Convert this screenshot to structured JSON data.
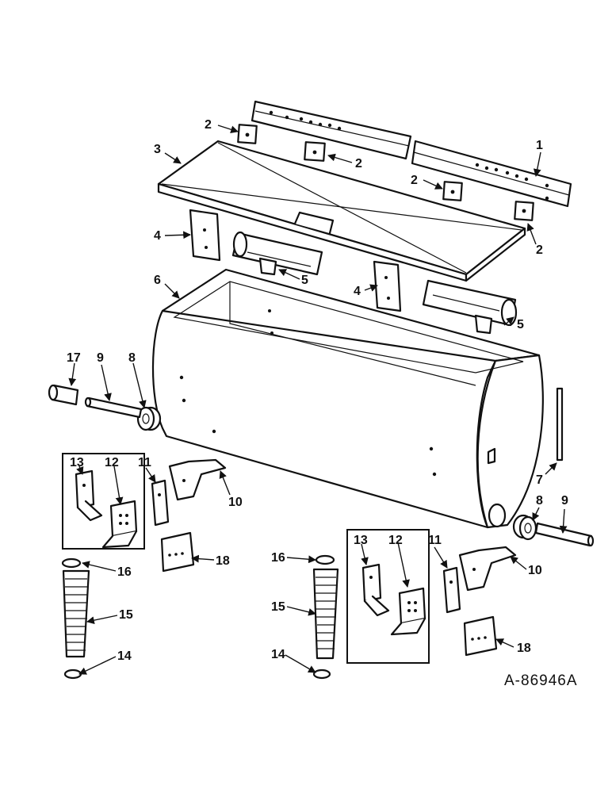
{
  "drawing_number": "A-86946A",
  "callouts": {
    "c1": "1",
    "c2": "2",
    "c3": "3",
    "c4": "4",
    "c5": "5",
    "c6": "6",
    "c7": "7",
    "c8": "8",
    "c9": "9",
    "c10": "10",
    "c11": "11",
    "c12": "12",
    "c13": "13",
    "c14": "14",
    "c15": "15",
    "c16": "16",
    "c17": "17",
    "c18": "18"
  },
  "colors": {
    "ink": "#111111",
    "paper": "#ffffff"
  }
}
